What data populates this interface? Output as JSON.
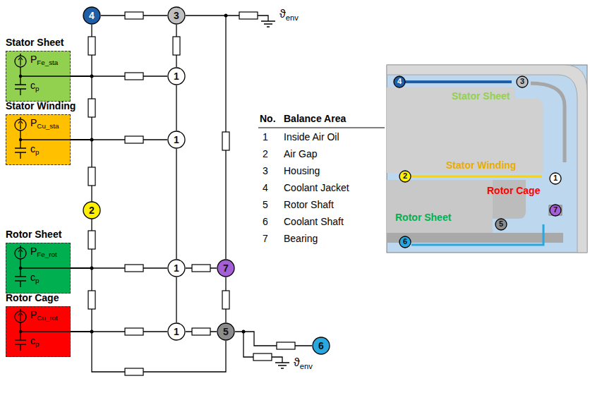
{
  "diagram": {
    "nodes": [
      {
        "text": [
          "4"
        ]
      },
      {
        "text": [
          "3"
        ]
      },
      {
        "text": [
          "Stator Sheet",
          "PFe_sta",
          "cp"
        ]
      },
      {
        "text": [
          "1"
        ]
      },
      {
        "text": [
          "Stator Winding",
          "PCu_sta",
          "cp"
        ]
      },
      {
        "text": [
          "1"
        ]
      },
      {
        "text": [
          "2"
        ]
      },
      {
        "text": [
          "Rotor Sheet",
          "PFe_rot",
          "cp"
        ]
      },
      {
        "text": [
          "1"
        ]
      },
      {
        "text": [
          "7"
        ]
      },
      {
        "text": [
          "Rotor Cage",
          "PCu_rot",
          "cp"
        ]
      },
      {
        "text": [
          "1"
        ]
      },
      {
        "text": [
          "5"
        ]
      },
      {
        "text": [
          "6"
        ]
      },
      {
        "text": [
          "4"
        ]
      },
      {
        "text": [
          "3"
        ]
      },
      {
        "text": [
          "2"
        ]
      },
      {
        "text": [
          "1"
        ]
      },
      {
        "text": [
          "7"
        ]
      },
      {
        "text": [
          "5"
        ]
      },
      {
        "text": [
          "6"
        ]
      }
    ],
    "edges": [
      {
        "from": 0,
        "to": 1,
        "arrow": "none"
      },
      {
        "from": 2,
        "to": 0,
        "arrow": "none"
      },
      {
        "from": 2,
        "to": 3,
        "arrow": "none"
      },
      {
        "from": 1,
        "to": 3,
        "arrow": "none"
      },
      {
        "from": 2,
        "to": 4,
        "arrow": "none"
      },
      {
        "from": 4,
        "to": 5,
        "arrow": "none"
      },
      {
        "from": 3,
        "to": 5,
        "arrow": "none"
      },
      {
        "from": 4,
        "to": 6,
        "arrow": "none"
      },
      {
        "from": 5,
        "to": 8,
        "arrow": "none"
      },
      {
        "from": 6,
        "to": 7,
        "arrow": "none"
      },
      {
        "from": 7,
        "to": 8,
        "arrow": "none"
      },
      {
        "from": 8,
        "to": 9,
        "arrow": "none"
      },
      {
        "from": 1,
        "to": 9,
        "arrow": "none"
      },
      {
        "from": 9,
        "to": 12,
        "arrow": "none"
      },
      {
        "from": 7,
        "to": 10,
        "arrow": "none"
      },
      {
        "from": 10,
        "to": 11,
        "arrow": "none"
      },
      {
        "from": 8,
        "to": 11,
        "arrow": "none"
      },
      {
        "from": 11,
        "to": 12,
        "arrow": "none"
      },
      {
        "from": 10,
        "to": 12,
        "arrow": "none"
      },
      {
        "from": 12,
        "to": 13,
        "arrow": "none"
      }
    ],
    "labels": [
      "ϑenv",
      "No.",
      "Balance Area",
      "1",
      "Inside Air Oil",
      "2",
      "Air Gap",
      "3",
      "Housing",
      "4",
      "Coolant Jacket",
      "5",
      "Rotor Shaft",
      "6",
      "Coolant Shaft",
      "7",
      "Bearing",
      "Stator Sheet",
      "Stator Winding",
      "Rotor Cage",
      "Rotor Sheet",
      "ϑenv"
    ]
  }
}
